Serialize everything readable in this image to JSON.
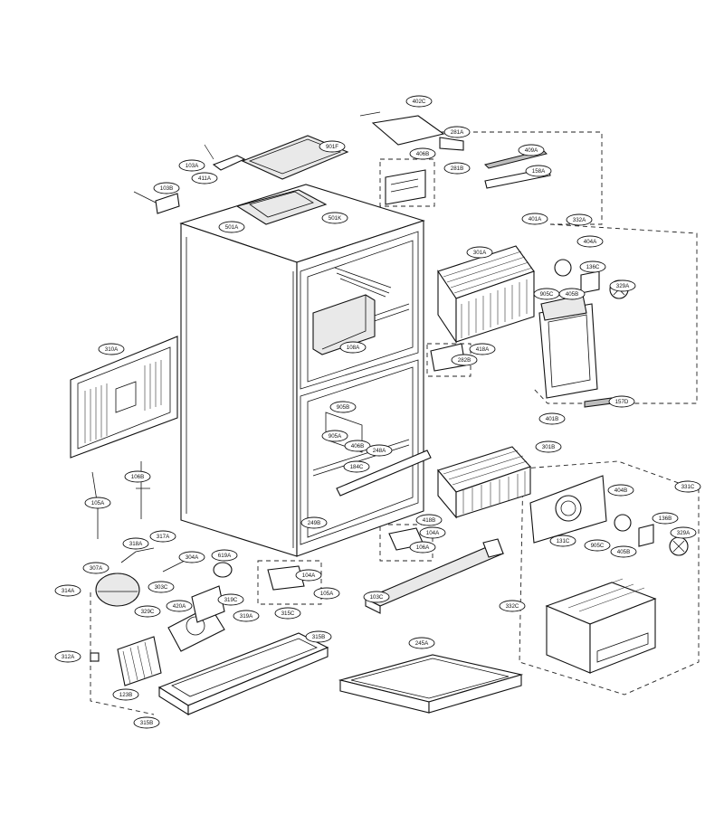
{
  "callouts": [
    "402C",
    "281A",
    "901F",
    "406B",
    "409A",
    "281B",
    "103A",
    "158A",
    "103B",
    "411A",
    "501A",
    "501K",
    "401A",
    "332A",
    "301A",
    "404A",
    "136C",
    "329A",
    "905C",
    "405B",
    "108A",
    "418A",
    "282B",
    "310A",
    "157D",
    "905B",
    "905A",
    "406B",
    "248A",
    "401B",
    "301B",
    "184C",
    "105A",
    "106B",
    "249B",
    "418B",
    "104A",
    "331C",
    "404B",
    "131C",
    "136B",
    "329A",
    "905C",
    "405B",
    "318A",
    "317A",
    "304A",
    "619A",
    "106A",
    "307A",
    "314A",
    "303C",
    "104A",
    "105A",
    "103C",
    "332C",
    "329C",
    "420A",
    "319C",
    "319A",
    "315C",
    "315B",
    "312A",
    "123B",
    "245A",
    "315B"
  ]
}
